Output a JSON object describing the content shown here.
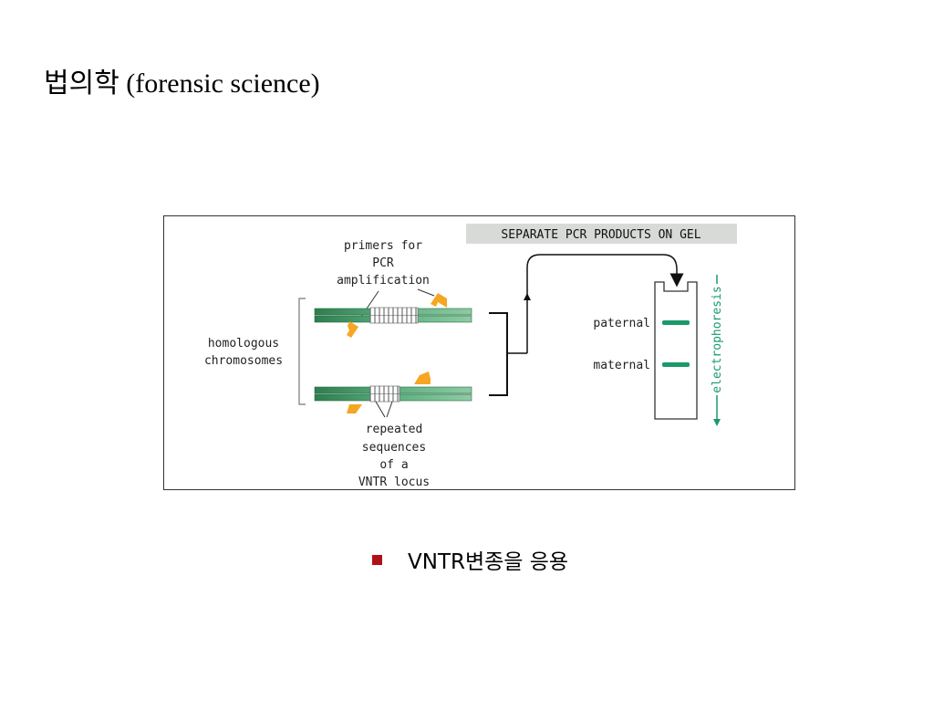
{
  "slide": {
    "title": "법의학 (forensic science)",
    "bullet": "VNTR변종을 응용"
  },
  "diagram": {
    "banner": "SEPARATE PCR PRODUCTS ON GEL",
    "primers_label": [
      "primers for",
      "PCR",
      "amplification"
    ],
    "homologous_label": [
      "homologous",
      "chromosomes"
    ],
    "repeated_label": [
      "repeated",
      "sequences",
      "of a",
      "VNTR locus"
    ],
    "gel_bands": [
      "paternal",
      "maternal"
    ],
    "electrophoresis_label": "electrophoresis",
    "colors": {
      "chromosome_green": "#3a9a5e",
      "primer_orange": "#f5a623",
      "band_green": "#1a9a6a",
      "banner_gray": "#d8dad8"
    }
  }
}
